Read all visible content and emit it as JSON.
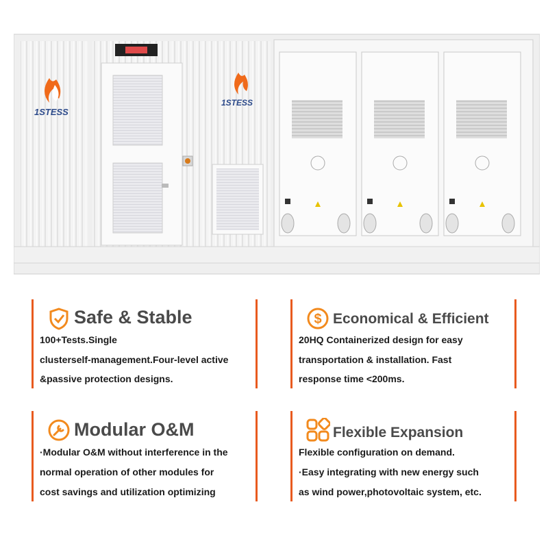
{
  "brand": {
    "name": "1STESS"
  },
  "features": [
    {
      "id": "safe",
      "title": "Safe & Stable",
      "icon": "shield-check-icon",
      "lines": [
        "100+Tests.Single",
        "clusterself-management.Four-level active",
        "&passive protection designs."
      ]
    },
    {
      "id": "economical",
      "title": "Economical & Efficient",
      "icon": "dollar-coin-icon",
      "lines": [
        "20HQ Containerized design for easy",
        "transportation & installation. Fast",
        "response time <200ms."
      ]
    },
    {
      "id": "modular",
      "title": "Modular O&M",
      "icon": "wrench-icon",
      "lines": [
        "·Modular O&M without interference in the",
        "normal operation of other modules for",
        "cost savings and utilization optimizing"
      ]
    },
    {
      "id": "flexible",
      "title": "Flexible Expansion",
      "icon": "modules-grid-icon",
      "lines": [
        "Flexible configuration on demand.",
        "·Easy integrating with new energy such",
        "as wind power,photovoltaic system, etc."
      ]
    }
  ],
  "colors": {
    "accent": "#e85a1e",
    "title_gray": "#4a4a4a"
  }
}
